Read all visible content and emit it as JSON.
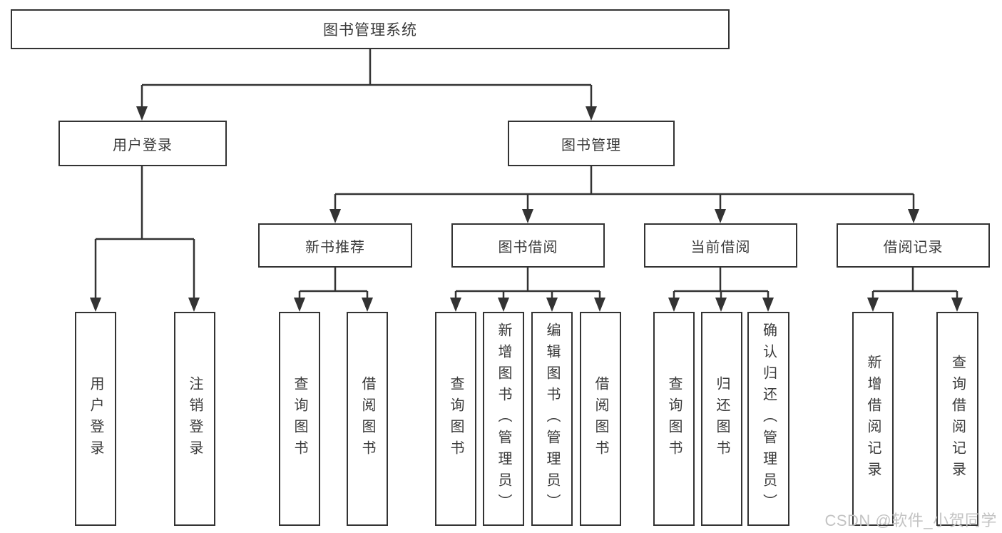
{
  "diagram_type": "hierarchy-tree",
  "watermark": "CSDN @软件_小贺同学",
  "colors": {
    "line": "#333333",
    "box_border": "#333333",
    "box_background": "#ffffff",
    "text": "#3a3a3a",
    "watermark": "#c3c3c3",
    "page_background": "#ffffff"
  },
  "tree": {
    "label": "图书管理系统",
    "children": [
      {
        "label": "用户登录",
        "children": [
          {
            "label": "用户登录"
          },
          {
            "label": "注销登录"
          }
        ]
      },
      {
        "label": "图书管理",
        "children": [
          {
            "label": "新书推荐",
            "children": [
              {
                "label": "查询图书"
              },
              {
                "label": "借阅图书"
              }
            ]
          },
          {
            "label": "图书借阅",
            "children": [
              {
                "label": "查询图书"
              },
              {
                "label": "新增图书（管理员）"
              },
              {
                "label": "编辑图书（管理员）"
              },
              {
                "label": "借阅图书"
              }
            ]
          },
          {
            "label": "当前借阅",
            "children": [
              {
                "label": "查询图书"
              },
              {
                "label": "归还图书"
              },
              {
                "label": "确认归还（管理员）"
              }
            ]
          },
          {
            "label": "借阅记录",
            "children": [
              {
                "label": "新增借阅记录"
              },
              {
                "label": "查询借阅记录"
              }
            ]
          }
        ]
      }
    ]
  }
}
